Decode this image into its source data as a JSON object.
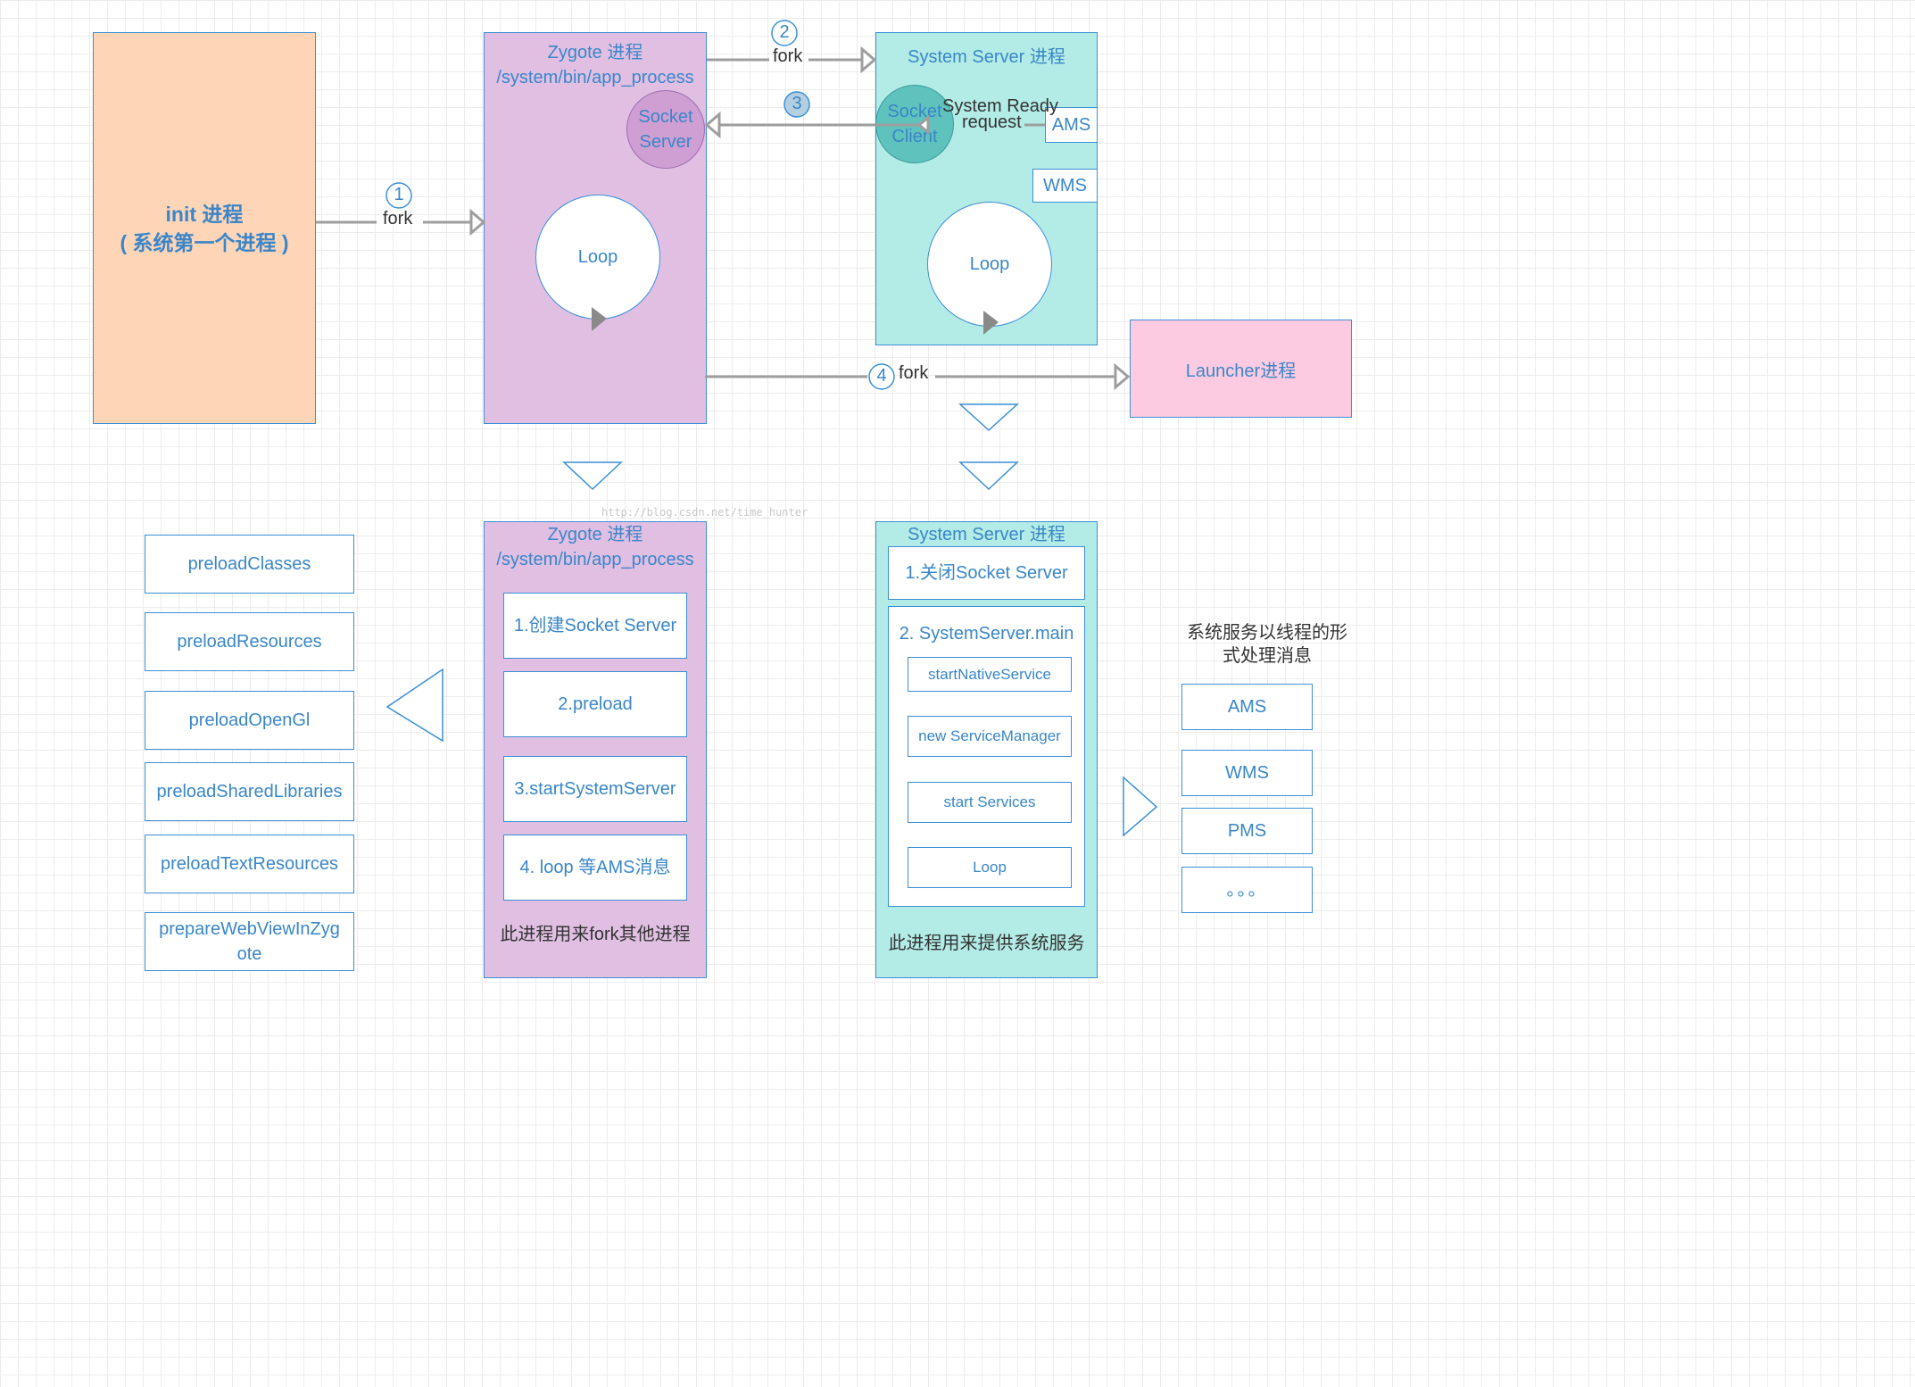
{
  "init_process": {
    "line1": "init 进程",
    "line2": "( 系统第一个进程 )"
  },
  "zygote_top": {
    "title1": "Zygote  进程",
    "title2": "/system/bin/app_process",
    "socket_server": [
      "Socket",
      "Server"
    ],
    "loop": "Loop"
  },
  "system_server_top": {
    "title": "System Server 进程",
    "socket_client": [
      "Socket",
      "Client"
    ],
    "system_ready": "System Ready",
    "request": "request",
    "ams": "AMS",
    "wms": "WMS",
    "loop": "Loop"
  },
  "launcher": {
    "label": "Launcher进程"
  },
  "edges": [
    {
      "num": "1",
      "label": "fork"
    },
    {
      "num": "2",
      "label": "fork"
    },
    {
      "num": "3",
      "label": ""
    },
    {
      "num": "4",
      "label": "fork"
    }
  ],
  "watermark": "http://blog.csdn.net/time_hunter",
  "zygote_bottom": {
    "title1": "Zygote  进程",
    "title2": "/system/bin/app_process",
    "steps": [
      "1.创建Socket Server",
      "2.preload",
      "3.startSystemServer",
      "4. loop 等AMS消息"
    ],
    "caption": "此进程用来fork其他进程"
  },
  "preload_list": [
    "preloadClasses",
    "preloadResources",
    "preloadOpenGl",
    "preloadSharedLibraries",
    "preloadTextResources",
    "prepareWebViewInZygote"
  ],
  "system_server_bottom": {
    "title": "System Server 进程",
    "step1": "1.关闭Socket Server",
    "step2": "2. SystemServer.main",
    "sub_steps": [
      "startNativeService",
      "new ServiceManager",
      "start Services",
      "Loop"
    ],
    "caption": "此进程用来提供系统服务"
  },
  "services": {
    "heading_line1": "系统服务以线程的形",
    "heading_line2": "式处理消息",
    "items": [
      "AMS",
      "WMS",
      "PMS",
      "。。。"
    ]
  },
  "colors": {
    "init_fill": "#fed5b7",
    "zygote_fill": "#e1bfe3",
    "system_server_fill": "#b3ece6",
    "launcher_fill": "#fdcbe1",
    "border": "#3b8fd6",
    "text": "#3a86c8",
    "arrow": "#9e9e9e"
  }
}
